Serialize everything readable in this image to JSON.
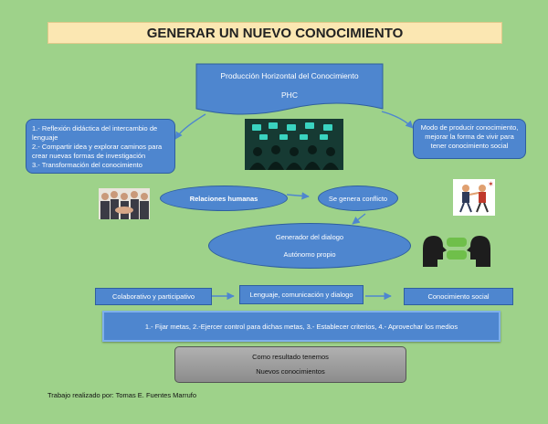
{
  "title": "GENERAR UN NUEVO CONOCIMIENTO",
  "phc_banner": {
    "line1": "Producción Horizontal del Conocimiento",
    "line2": "PHC"
  },
  "left_box": {
    "lines": [
      "1.- Reflexión didáctica del intercambio de",
      "lenguaje",
      "2.- Compartir idea y explorar caminos para",
      "crear nuevas formas de investigación",
      "3.- Transformación del conocimiento"
    ]
  },
  "right_box": {
    "lines": [
      "Modo de producir conocimiento,",
      "mejorar la forma de vivir para",
      "tener conocimiento social"
    ]
  },
  "cloud_relaciones": "Relaciones humanas",
  "cloud_conflicto": "Se genera conflicto",
  "cloud_generador": {
    "line1": "Generador del dialogo",
    "line2": "Autónomo propio"
  },
  "box_colaborativo": "Colaborativo y participativo",
  "box_lenguaje": "Lenguaje, comunicación y dialogo",
  "box_conocimiento": "Conocimiento social",
  "steps_bar": "1.- Fijar metas, 2.-Ejercer control para dichas metas, 3.- Establecer criterios, 4.- Aprovechar los medios",
  "result_box": {
    "line1": "Como resultado tenemos",
    "line2": "Nuevos conocimientos"
  },
  "footer": "Trabajo realizado por: Tomas E. Fuentes Marrufo",
  "colors": {
    "background": "#9ed28a",
    "blue": "#4e86cf",
    "title_bg": "#fbe7b2",
    "gray": "#9a9a9a"
  }
}
